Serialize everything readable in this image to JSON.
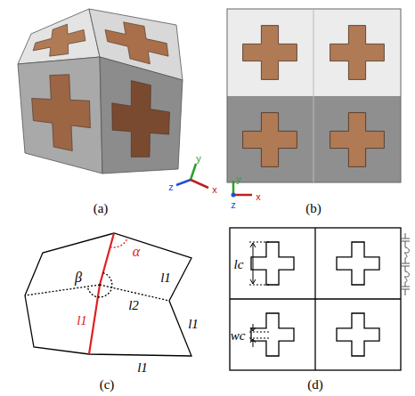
{
  "diagram": {
    "labels": [
      "(a)",
      "(b)",
      "(c)",
      "(d)",
      "y",
      "z",
      "x",
      "y",
      "x",
      "z",
      "α",
      "β",
      "l1",
      "l1",
      "l2",
      "l1",
      "l1",
      "lc",
      "wc"
    ]
  }
}
